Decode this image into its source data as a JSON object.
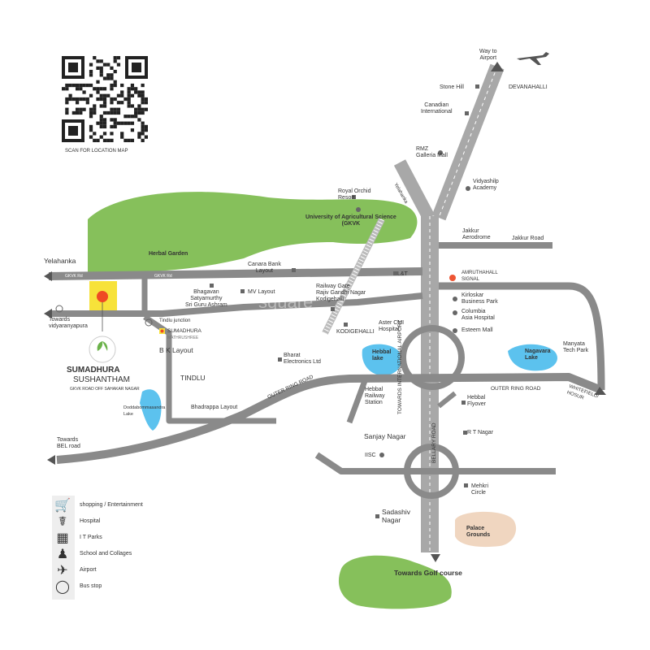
{
  "qr": {
    "caption": "SCAN FOR LOCATION MAP"
  },
  "project": {
    "name": "SUMADHURA",
    "subname": "SUSHANTHAM",
    "address": "GKVK ROAD OFF SAHAKAR NAGAR",
    "site_name": "SUMADHURA",
    "site_sub": "MATHRUSHREE"
  },
  "roads": {
    "gkvk_1": "GKVK Rd",
    "gkvk_2": "GKVK Rd",
    "outer_ring_left": "OUTER RING ROAD",
    "outer_ring_right": "OUTER RING ROAD",
    "international_airport": "TOWARDS  INTERNATIONAL AIRPORT",
    "bellary": "BELLARY ROAD",
    "yelahanka_road": "Yelahanka",
    "whitefield": "WHITEFIELD/\nHOSUR"
  },
  "places": {
    "way_to_airport": "Way to\nAirport",
    "devanahalli": "DEVANAHALLI",
    "stone_hill": "Stone Hill",
    "canadian": "Canadian\nInternational",
    "rmz": "RMZ\nGalleria Mall",
    "vidyashilp": "Vidyashilp\nAcademy",
    "royal_orchid": "Royal Orchid\nResort",
    "uas": "University of Agricultural Science\n(GKVK",
    "jakkur_aero": "Jakkur\nAerodrome",
    "jakkur_road": "Jakkur Road",
    "yelahanka": "Yelahanka",
    "herbal_garden": "Herbal Garden",
    "canara": "Canara Bank\nLayout",
    "lt": "L&T",
    "amruthahalli": "AMRUTHAHALL\nSIGNAL",
    "bhagavan": "Bhagavan\nSatyamurthy\nSri Guru Ashram",
    "mv_layout": "MV Layout",
    "railway_gate": "Railway Gate\nRajiv Gandhi Nagar\nKodigehalli",
    "kirloskar": "Kirloskar\nBusiness Park",
    "columbia": "Columbia\nAsia Hospital",
    "esteem": "Esteem Mall",
    "towards_vidyaranyapura": "Towards\nvidyaranyapura",
    "tindlu_junction": "Tindlu junction",
    "kodigehalli": "KODIGEHALLI",
    "aster": "Aster CMI\nHospital",
    "bk_layout": "B K Layout",
    "bharat": "Bharat\nElectronics Ltd",
    "hebbal_lake": "Hebbal\nlake",
    "nagavara_lake": "Nagavara\nLake",
    "manyata": "Manyata\nTech Park",
    "tindlu": "TINDLU",
    "hebbal_railway": "Hebbal\nRailway\nStation",
    "hebbal_flyover": "Hebbal\nFlyover",
    "doddabommasandra": "Doddabommasandra\nLake",
    "bhadrappa": "Bhadrappa Layout",
    "sanjay_nagar": "Sanjay Nagar",
    "rt_nagar": "R T Nagar",
    "towards_bel": "Towards\nBEL road",
    "iisc": "IISC",
    "mekhri": "Mehkri\nCircle",
    "sadashiv": "Sadashiv\nNagar",
    "palace": "Palace\nGrounds",
    "golf": "Towards Golf course"
  },
  "watermark": "square",
  "legend": [
    {
      "icon": "shopping-cart-icon",
      "label": "shopping / Entertainment"
    },
    {
      "icon": "hospital-icon",
      "label": "Hospital"
    },
    {
      "icon": "it-park-icon",
      "label": "I T Parks"
    },
    {
      "icon": "school-icon",
      "label": "School and Collages"
    },
    {
      "icon": "airplane-icon",
      "label": "Airport"
    },
    {
      "icon": "bus-stop-icon",
      "label": "Bus stop"
    }
  ],
  "colors": {
    "road": "#8a8a8a",
    "road_light": "#a8a8a8",
    "green": "#86c05b",
    "water": "#5cc2ee",
    "site": "#f7e23a",
    "marker": "#ef4a24",
    "palace": "#f0d6c0"
  }
}
